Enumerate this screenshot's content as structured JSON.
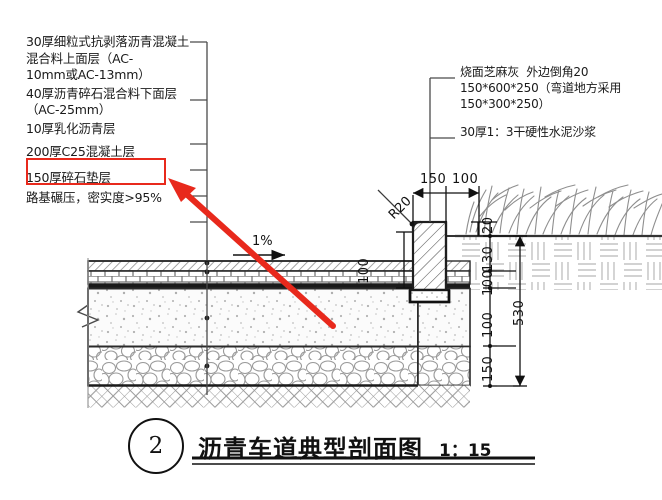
{
  "drawing": {
    "title": "沥青车道典型剖面图",
    "scale": "1：15",
    "detail_number": "2"
  },
  "spec_notes": {
    "heading_lines": [
      "30厚细粒式抗剥落沥青混凝土",
      "混合料上面层（AC-",
      "10mm或AC-13mm）"
    ],
    "items": [
      {
        "text": "30厚细粒式抗剥落沥青混凝土\n混合料上面层（AC-\n10mm或AC-13mm）",
        "highlighted": false
      },
      {
        "text": "40厚沥青碎石混合料下面层\n（AC-25mm）",
        "highlighted": false
      },
      {
        "text": "10厚乳化沥青层",
        "highlighted": false
      },
      {
        "text": "200厚C25混凝土层",
        "highlighted": true
      },
      {
        "text": "150厚碎石垫层",
        "highlighted": false
      },
      {
        "text": "路基碾压，密实度>95%",
        "highlighted": false
      }
    ]
  },
  "right_notes": [
    {
      "text": "烧面芝麻灰  外边倒角20\n150*600*250（弯道地方采用\n150*300*250）"
    },
    {
      "text": "30厚1：3干硬性水泥沙浆"
    }
  ],
  "dimensions": {
    "horizontal_top": [
      "150",
      "100"
    ],
    "radius_callout": "R20",
    "slope_label": "1%",
    "vertical_right_top": "20",
    "vertical_stack": [
      "130",
      "100",
      "100",
      "150"
    ],
    "vertical_total": "530",
    "vertical_mid": "100"
  },
  "colors": {
    "highlight": "#e8291c",
    "ink": "#111111",
    "hatch_gray": "#8a8a8a",
    "paper": "#ffffff"
  },
  "annotation": {
    "arrow_name": "red-pointer-arrow",
    "arrow_target": "200厚C25混凝土层"
  }
}
